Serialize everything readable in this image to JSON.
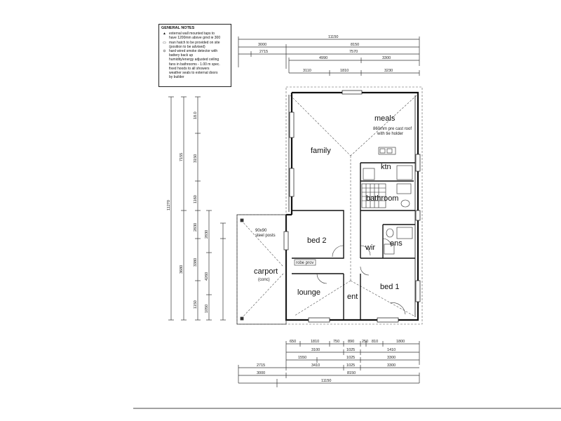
{
  "notes": {
    "title": "GENERAL NOTES",
    "items": [
      {
        "symbol": "▲",
        "lines": [
          "external wall mounted taps to",
          "have 1200mm above grnd ie 300"
        ]
      },
      {
        "symbol": "▭",
        "lines": [
          "man hatch to be provided on site",
          "(position to be advised)"
        ]
      },
      {
        "symbol": "⊙",
        "lines": [
          "hard wired smoke detector with",
          "battery back up"
        ]
      },
      {
        "symbol": "",
        "lines": [
          "humidity/energy adjusted ceiling",
          "fans in bathrooms - 1.00 m spec.",
          "fixed hoods to all showers",
          "weather seals to external doors",
          "by builder"
        ]
      }
    ]
  },
  "rooms": {
    "family": "family",
    "meals": "meals",
    "kitchen": "ktn",
    "bathroom": "bathroom",
    "bed2": "bed 2",
    "wir": "wir",
    "ens": "ens",
    "carport": "carport",
    "carport_sub": "(conc)",
    "lounge": "lounge",
    "entry": "ent",
    "bed1": "bed 1"
  },
  "annotations": {
    "meals_note_1": "860mm pre cast roof",
    "meals_note_2": "with tie holder",
    "carport_note_1": "90x90",
    "carport_note_2": "steel posts",
    "robe": "robe prov"
  },
  "dims_top": {
    "overall": "11150",
    "row1": [
      "3000",
      "8150"
    ],
    "row2": [
      "2715",
      "7570"
    ],
    "row3": [
      "4990",
      "3300"
    ],
    "row4": [
      "3110",
      "1810",
      "3230"
    ]
  },
  "dims_bottom": {
    "row1": [
      "650",
      "1810",
      "750",
      "890",
      "250",
      "810",
      "1800"
    ],
    "row2": [
      "3100",
      "1025",
      "1410"
    ],
    "row3": [
      "1550",
      "1025",
      "3300"
    ],
    "row4": [
      "2715",
      "3410",
      "1025",
      "3300"
    ],
    "row5": [
      "3000",
      "8150"
    ],
    "overall": "11150"
  },
  "dims_left": {
    "overall": "11270",
    "col_a": [
      "7155",
      "3680"
    ],
    "col_b": [
      "18.0",
      "3150",
      "1160",
      "2830",
      "3380",
      "1150"
    ],
    "col_c": [
      "2830",
      "4260",
      "1050"
    ]
  }
}
